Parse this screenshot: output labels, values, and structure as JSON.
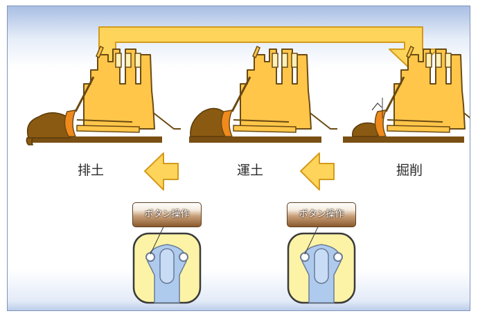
{
  "stages": [
    {
      "label": "排土"
    },
    {
      "label": "運土"
    },
    {
      "label": "掘削"
    }
  ],
  "button_tags": [
    {
      "label": "ボタン操作"
    },
    {
      "label": "ボタン操作"
    }
  ],
  "colors": {
    "arrow_fill": "#ffd45a",
    "arrow_stroke": "#d39a1c",
    "dozer_body": "#ffc64a",
    "dozer_outline": "#6b4a12",
    "blade": "#f08a1c",
    "soil": "#8a5a12",
    "ground": "#7a4f14",
    "lever_panel": "#fdf3a6",
    "lever_body": "#aecbee"
  },
  "icons": [
    "loop-arrow-icon",
    "left-arrow-icon",
    "bulldozer-icon",
    "soil-pile-icon",
    "control-lever-icon"
  ]
}
